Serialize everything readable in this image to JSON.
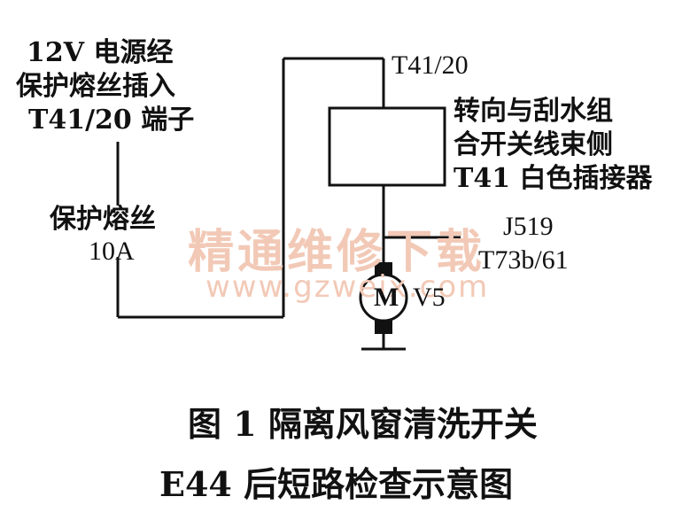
{
  "labels": {
    "power_source": [
      "12V 电源经",
      "保护熔丝插入",
      "T41/20 端子"
    ],
    "fuse": [
      "保护熔丝",
      "10A"
    ],
    "terminal_t41_20": "T41/20",
    "connector_desc": [
      "转向与刮水组",
      "合开关线束侧",
      "T41 白色插接器"
    ],
    "j519": [
      "J519",
      "T73b/61"
    ],
    "motor_letter": "M",
    "motor_id": "V5"
  },
  "watermark": {
    "line1": "精通维修下载",
    "line2": "www.gzweix.com"
  },
  "caption": {
    "line1": "图 1   隔离风窗清洗开关",
    "line2": "E44 后短路检查示意图"
  }
}
